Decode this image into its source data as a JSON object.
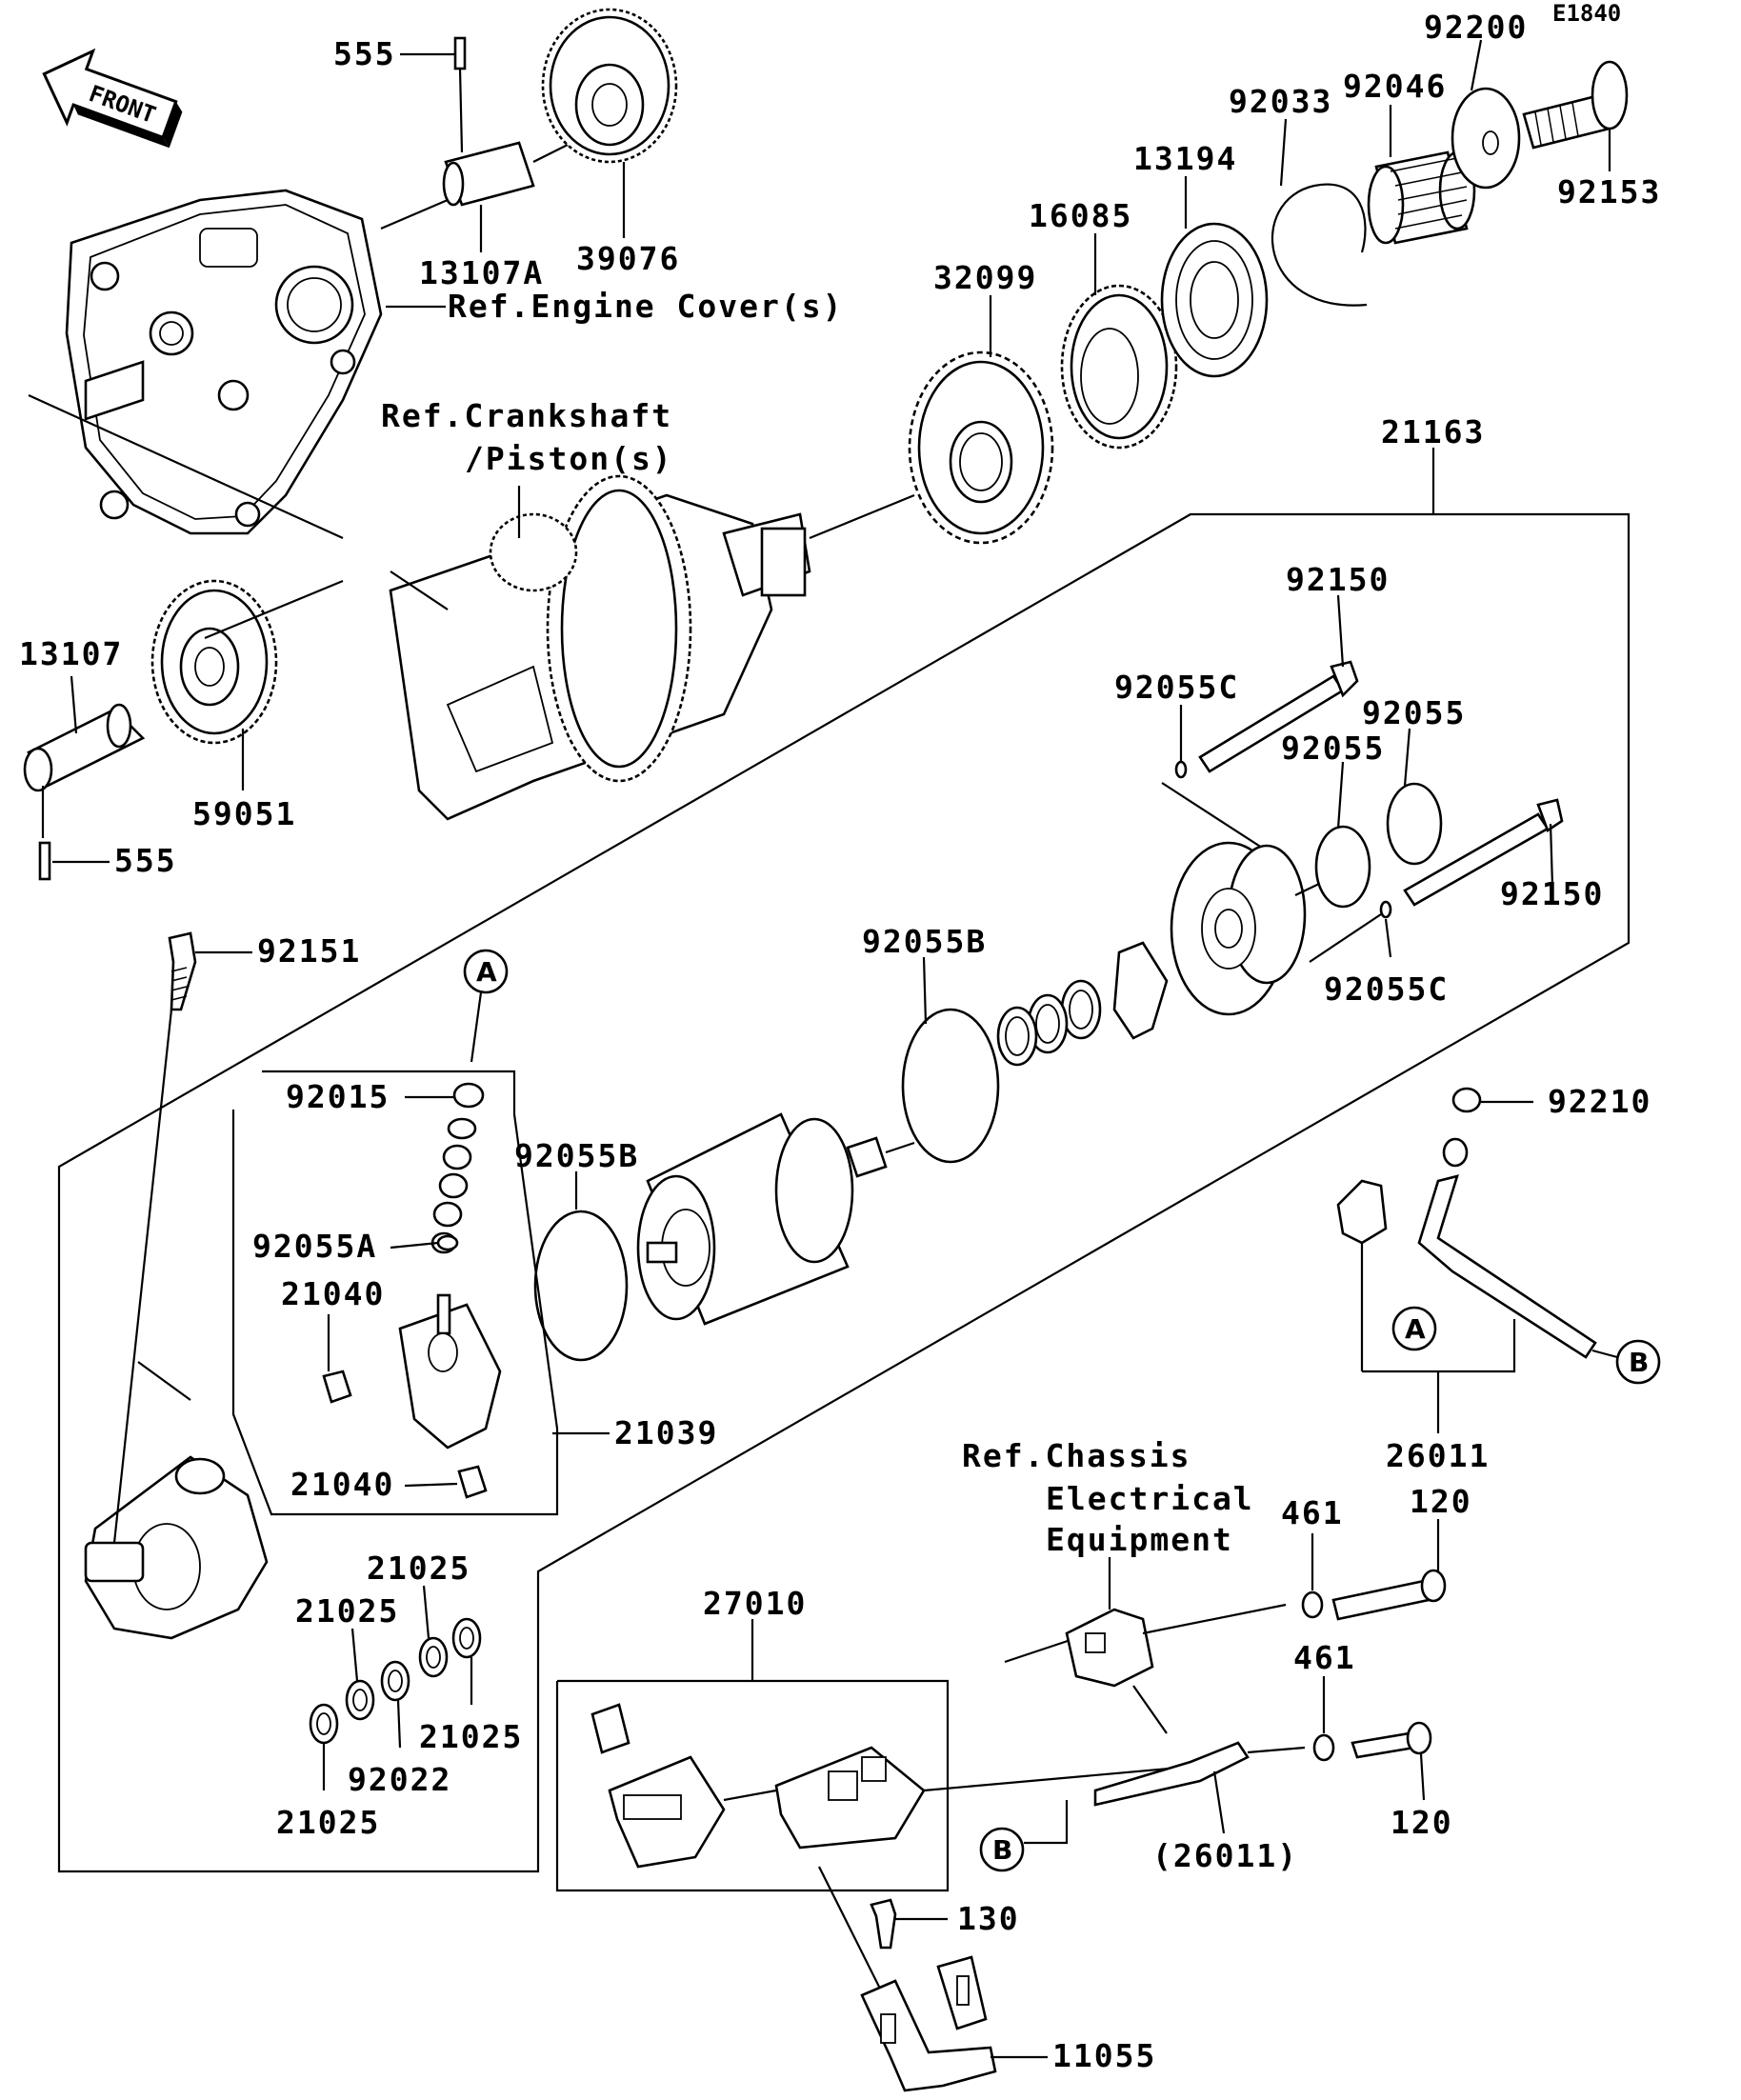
{
  "diagram_code": "E1840",
  "front_label": "FRONT",
  "refs": {
    "engine_cover": "Ref.Engine Cover(s)",
    "crankshaft_line1": "Ref.Crankshaft",
    "crankshaft_line2": "/Piston(s)",
    "chassis_line1": "Ref.Chassis",
    "chassis_line2": "Electrical",
    "chassis_line3": "Equipment"
  },
  "connectors": {
    "a": "A",
    "b": "B"
  },
  "parts": {
    "p555_top": "555",
    "p39076": "39076",
    "p13107a": "13107A",
    "p92200": "92200",
    "p92046": "92046",
    "p92033": "92033",
    "p92153": "92153",
    "p13194": "13194",
    "p16085": "16085",
    "p32099": "32099",
    "p21163": "21163",
    "p13107": "13107",
    "p59051": "59051",
    "p555_bottom": "555",
    "p92150_top": "92150",
    "p92055c_top": "92055C",
    "p92055_right": "92055",
    "p92055_left": "92055",
    "p92150_bottom": "92150",
    "p92055c_bottom": "92055C",
    "p92151": "92151",
    "p92055b_top": "92055B",
    "p92015": "92015",
    "p92055b_left": "92055B",
    "p92055a": "92055A",
    "p21040_top": "21040",
    "p21039": "21039",
    "p21040_bottom": "21040",
    "p92210": "92210",
    "p26011": "26011",
    "p461_top": "461",
    "p120_top": "120",
    "p21025_a": "21025",
    "p21025_b": "21025",
    "p21025_c": "21025",
    "p21025_d": "21025",
    "p92022": "92022",
    "p27010": "27010",
    "p461_bottom": "461",
    "p120_bottom": "120",
    "p26011_paren": "(26011)",
    "p130": "130",
    "p11055": "11055"
  }
}
